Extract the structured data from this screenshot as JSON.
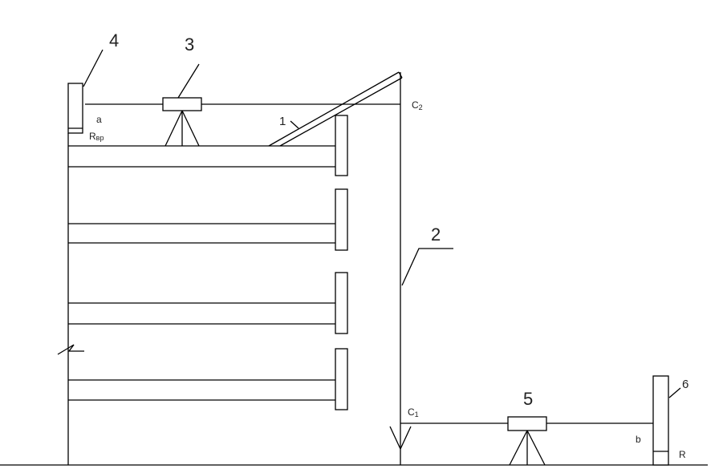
{
  "labels": {
    "n1": "1",
    "n2": "2",
    "n3": "3",
    "n4": "4",
    "n5": "5",
    "n6": "6",
    "a": "a",
    "b": "b",
    "R": "R",
    "Rvr_main": "R",
    "Rvr_sub": "вр",
    "C": "C",
    "C2_sub": "2",
    "C1_sub": "1"
  }
}
